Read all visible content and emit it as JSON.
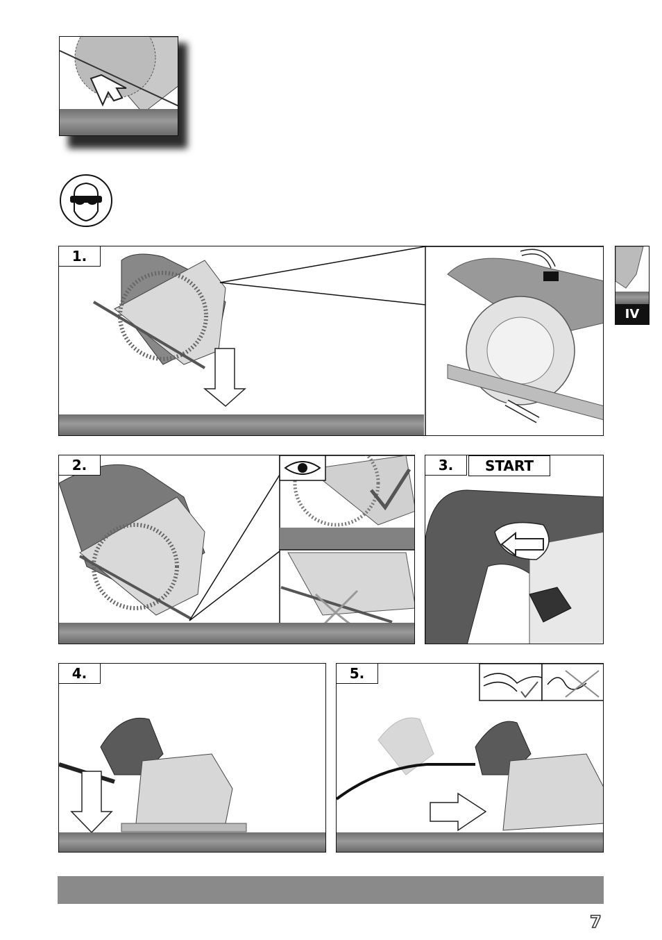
{
  "section_tab": "IV",
  "page_number": "7",
  "steps": [
    {
      "number": "1."
    },
    {
      "number": "2."
    },
    {
      "number": "3.",
      "label": "START"
    },
    {
      "number": "4."
    },
    {
      "number": "5."
    }
  ],
  "icons": [
    "safety-goggles-icon",
    "eye-icon",
    "check-icon",
    "cross-icon",
    "cable-ok-icon",
    "cable-bad-icon"
  ],
  "colors": {
    "tool_body": "#9e9e9e",
    "tool_handle": "#555555",
    "floor": "#7d7d7d",
    "footer_bar": "#8a8a8a"
  }
}
